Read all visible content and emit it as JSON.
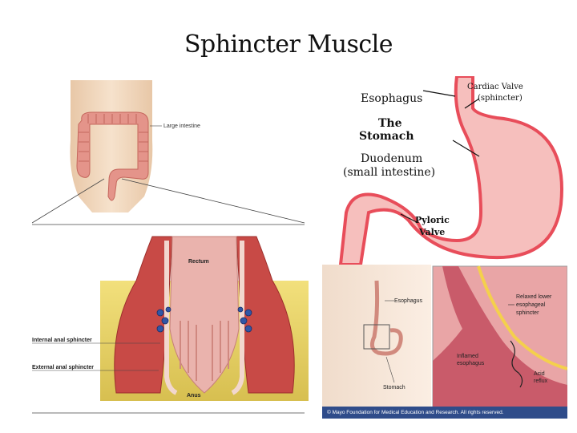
{
  "title": "Sphincter Muscle",
  "body_diagram": {
    "large_intestine": "Large intestine"
  },
  "anal_diagram": {
    "rectum": "Rectum",
    "internal_sphincter": "Internal anal sphincter",
    "external_sphincter": "External anal sphincter",
    "anus": "Anus"
  },
  "stomach_diagram": {
    "esophagus": "Esophagus",
    "cardiac_valve_1": "Cardiac Valve",
    "cardiac_valve_2": "(sphincter)",
    "the": "The",
    "stomach": "Stomach",
    "duodenum_1": "Duodenum",
    "duodenum_2": "(small intestine)",
    "pyloric_1": "Pyloric",
    "pyloric_2": "Valve"
  },
  "reflux_diagram": {
    "esophagus": "Esophagus",
    "stomach": "Stomach",
    "relaxed_1": "Relaxed lower",
    "relaxed_2": "esophageal",
    "relaxed_3": "sphincter",
    "inflamed_1": "Inflamed",
    "inflamed_2": "esophagus",
    "acid_1": "Acid",
    "acid_2": "reflux",
    "copyright": "© Mayo Foundation for Medical Education and Research. All rights reserved."
  }
}
